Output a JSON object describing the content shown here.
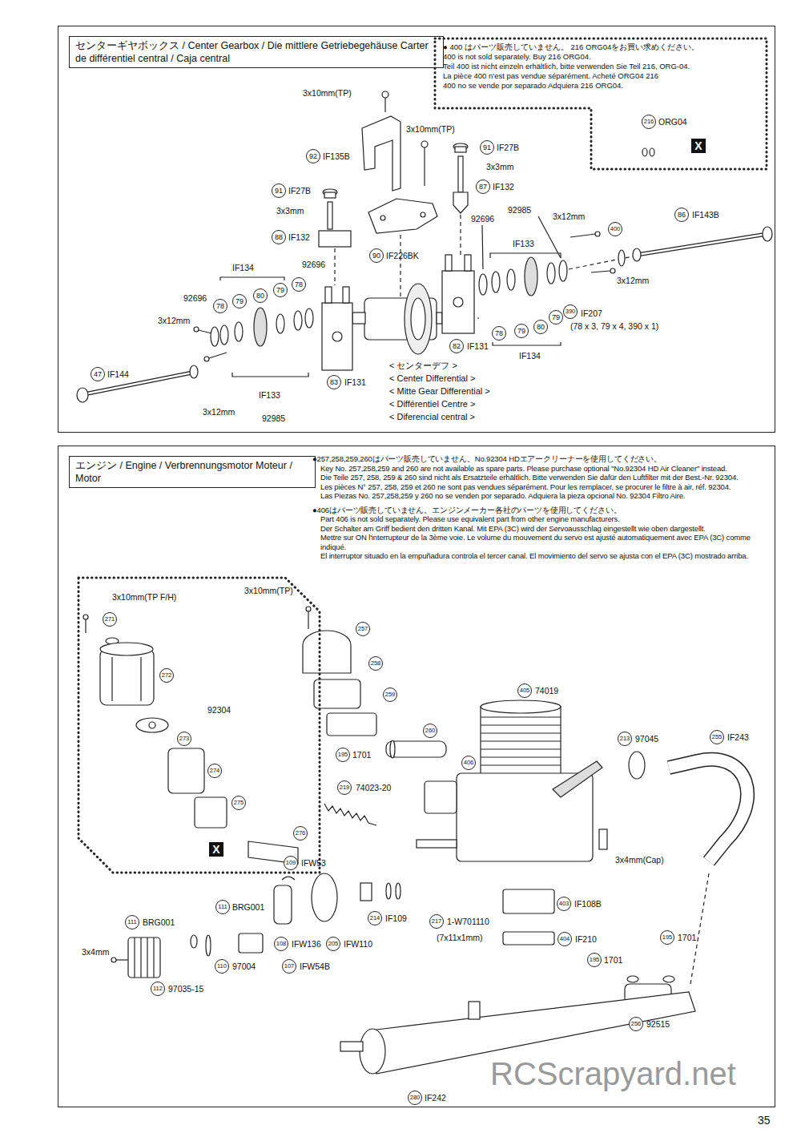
{
  "diagram": {
    "nodes": [
      {
        "text": [
          "センターギヤボックス / Center Gearbox / Die mittlere Getriebegehäuse Carter de différentiel central / Caja central"
        ]
      },
      {
        "text": [
          "● 400 はパーツ販売していません。 216 ORG04をお買い求めください。",
          "400 is not sold separately. Buy 216 ORG04.",
          "Teil 400 ist nicht einzeln erhältlich, bitte verwenden Sie Teil 216, ORG-04.",
          "La pièce 400 n'est pas vendue séparément. Acheté ORG04 216",
          "400 no se vende por separado Adquiera 216 ORG04."
        ],
        "in": 0
      },
      {
        "text": [
          "エンジン / Engine / Verbrennungsmotor Moteur / Motor"
        ]
      },
      {
        "text": [
          "92304"
        ],
        "in": 2
      }
    ],
    "labels": [
      "3x10mm(TP)",
      "92",
      "IF135B",
      "3x10mm(TP)",
      "91",
      "IF27B",
      "3x3mm",
      "88",
      "IF132",
      "90",
      "IF226BK",
      "91",
      "IF27B",
      "3x3mm",
      "87",
      "IF132",
      "92696",
      "92985",
      "IF133",
      "3x12mm",
      "400",
      "86",
      "IF143B",
      "3x12mm",
      "390",
      "IF207",
      "(78 x 3, 79 x 4, 390 x 1)",
      "78",
      "79",
      "80",
      "79",
      "82",
      "IF131",
      "IF134",
      "IF134",
      "92696",
      "92696",
      "3x12mm",
      "78",
      "79",
      "80",
      "79",
      "78",
      "3x12mm",
      "IF133",
      "92985",
      "47",
      "IF144",
      "83",
      "IF131",
      "< センターデフ >",
      "< Center Differential >",
      "< Mitte Gear Differential >",
      "< Différentiel Centre >",
      "< Diferencial central >",
      "216",
      "ORG04",
      "X",
      "●257,258,259,260はパーツ販売していません。No.92304 HDエアークリーナーを使用してください。",
      "Key No. 257,258,259 and 260 are not available as spare parts. Please purchase optional \"No.92304 HD Air Cleaner\" instead.",
      "Die Teile 257, 258, 259 & 260 sind nicht als Ersatzteile erhältlich. Bitte verwenden Sie dafür den Luftfilter mit der Best.-Nr. 92304.",
      "Les pièces N° 257, 258, 259 et 260 ne sont pas vendues séparément. Pour les remplacer, se procurer le filtre à air, réf. 92304.",
      "Las Piezas No. 257,258,259 y 260 no se venden por separado. Adquiera la pieza opcional No. 92304 Filtro Aire.",
      "●406はパーツ販売していません。エンジンメーカー各社のパーツを使用してください。",
      "Part 406 is not sold separately. Please use equivalent part from other engine manufacturers.",
      "Der Schalter am Griff bedient den dritten Kanal. Mit EPA (3C) wird der Servoausschlag eingestellt wie oben dargestellt.",
      "Mettre sur ON l'interrupteur de la 3ème voie. Le volume du mouvement du servo est ajusté automatiquement avec EPA (3C) comme indiqué.",
      "El interruptor situado en la empuñadura controla el tercer canal. El movimiento del servo se ajusta con el EPA (3C) mostrado arriba.",
      "3x10mm(TP F/H)",
      "271",
      "272",
      "273",
      "274",
      "275",
      "276",
      "X",
      "3x10mm(TP)",
      "257",
      "258",
      "259",
      "260",
      "195",
      "1701",
      "219",
      "74023-20",
      "405",
      "74019",
      "406",
      "213",
      "97045",
      "255",
      "IF243",
      "3x4mm(Cap)",
      "109",
      "IFW53",
      "111",
      "BRG001",
      "111",
      "BRG001",
      "3x4mm",
      "214",
      "IF109",
      "217",
      "1-W701110",
      "(7x11x1mm)",
      "403",
      "IF108B",
      "108",
      "IFW136",
      "205",
      "IFW110",
      "110",
      "97004",
      "107",
      "IFW54B",
      "112",
      "97035-15",
      "404",
      "IF210",
      "195",
      "1701",
      "195",
      "1701",
      "256",
      "92515",
      "280",
      "IF242",
      "RCScrapyard.net",
      "35"
    ]
  }
}
